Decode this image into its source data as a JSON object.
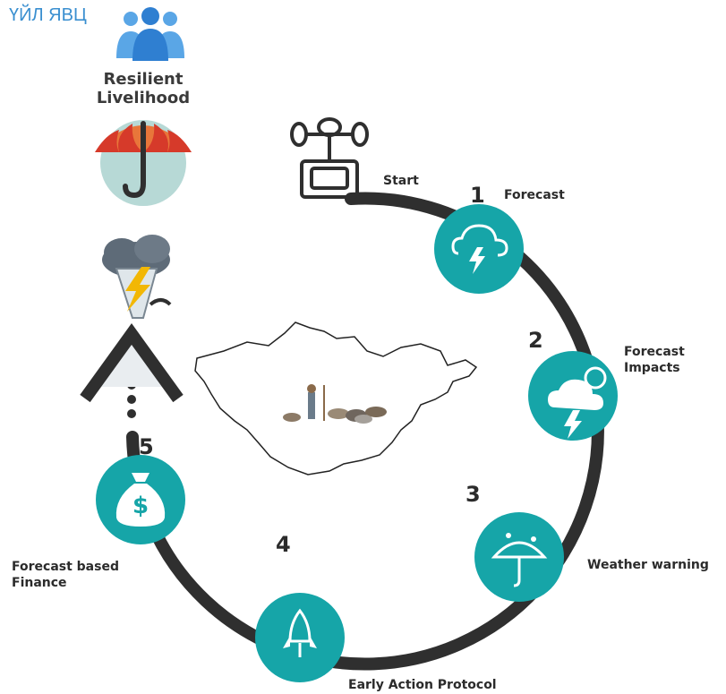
{
  "header": {
    "title": "ҮЙЛ ЯВЦ"
  },
  "resilient": {
    "line1": "Resilient",
    "line2": "Livelihood"
  },
  "steps": {
    "start": "Start",
    "s1": {
      "number": "1",
      "label": "Forecast"
    },
    "s2": {
      "number": "2",
      "label1": "Forecast",
      "label2": "Impacts"
    },
    "s3": {
      "number": "3",
      "label": "Weather warning"
    },
    "s4": {
      "number": "4",
      "label": "Early Action Protocol"
    },
    "s5": {
      "number": "5",
      "label1": "Forecast based",
      "label2": "Finance"
    }
  },
  "colors": {
    "teal": "#16a5a8",
    "ring": "#2f2f2f",
    "people_blue": "#2f7fd1"
  }
}
